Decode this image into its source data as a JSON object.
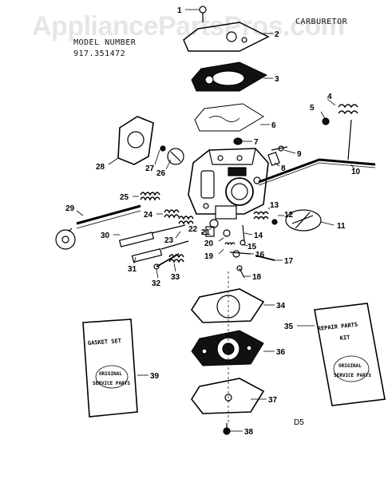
{
  "watermark": "AppliancePartsPros.com",
  "header": {
    "title": "CARBURETOR",
    "model_label": "MODEL NUMBER",
    "model_number": "917.351472"
  },
  "code": "D5",
  "cards": {
    "gasket_set": {
      "title": "GASKET SET",
      "stamp_line1": "ORIGINAL",
      "stamp_line2": "SERVICE PARTS"
    },
    "repair_kit": {
      "title_line1": "REPAIR PARTS",
      "title_line2": "KIT",
      "stamp_line1": "ORIGINAL",
      "stamp_line2": "SERVICE PARTS"
    }
  },
  "callouts": [
    "1",
    "2",
    "3",
    "4",
    "5",
    "6",
    "7",
    "8",
    "9",
    "10",
    "11",
    "12",
    "13",
    "14",
    "15",
    "16",
    "17",
    "18",
    "19",
    "20",
    "21",
    "22",
    "23",
    "24",
    "25",
    "26",
    "27",
    "28",
    "29",
    "30",
    "31",
    "32",
    "33",
    "34",
    "35",
    "36",
    "37",
    "38",
    "39"
  ]
}
